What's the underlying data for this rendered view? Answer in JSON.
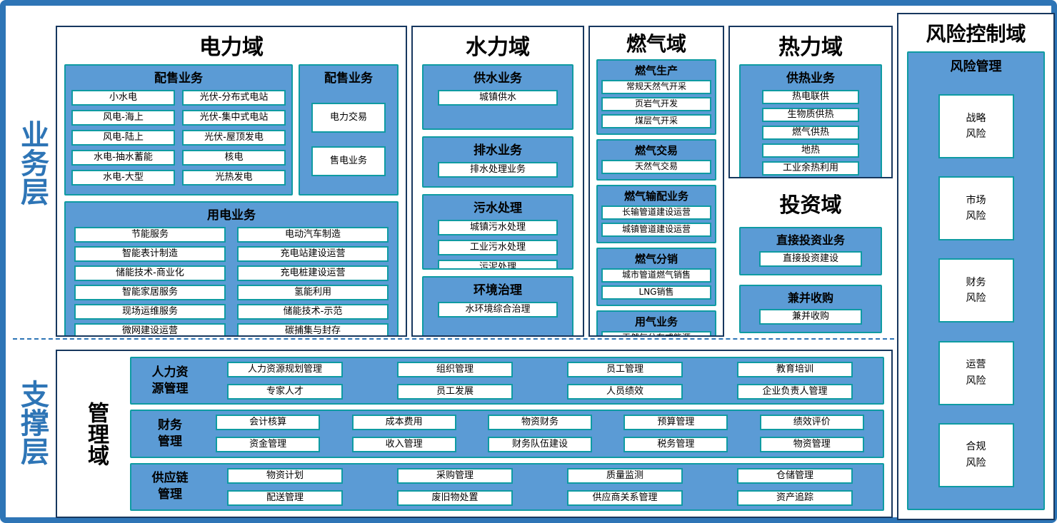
{
  "layers": {
    "business": "业务层",
    "support": "支撑层"
  },
  "power": {
    "title": "电力域",
    "dist": {
      "title": "配售业务",
      "col1": [
        "小水电",
        "风电-海上",
        "风电-陆上",
        "水电-抽水蓄能",
        "水电-大型"
      ],
      "col2": [
        "光伏-分布式电站",
        "光伏-集中式电站",
        "光伏-屋顶发电",
        "核电",
        "光热发电"
      ]
    },
    "trade": {
      "title": "配售业务",
      "items": [
        "电力交易",
        "售电业务"
      ]
    },
    "usage": {
      "title": "用电业务",
      "col1": [
        "节能服务",
        "智能表计制造",
        "储能技术-商业化",
        "智能家居服务",
        "现场运维服务",
        "微网建设运营"
      ],
      "col2": [
        "电动汽车制造",
        "充电站建设运营",
        "充电桩建设运营",
        "氢能利用",
        "储能技术-示范",
        "碳捕集与封存"
      ]
    }
  },
  "water": {
    "title": "水力域",
    "groups": [
      {
        "title": "供水业务",
        "items": [
          "城镇供水"
        ]
      },
      {
        "title": "排水业务",
        "items": [
          "排水处理业务"
        ]
      },
      {
        "title": "污水处理",
        "items": [
          "城镇污水处理",
          "工业污水处理",
          "污泥处理"
        ]
      },
      {
        "title": "环境治理",
        "items": [
          "水环境综合治理"
        ]
      }
    ]
  },
  "gas": {
    "title": "燃气域",
    "groups": [
      {
        "title": "燃气生产",
        "items": [
          "常规天然气开采",
          "页岩气开发",
          "煤层气开采"
        ]
      },
      {
        "title": "燃气交易",
        "items": [
          "天然气交易"
        ]
      },
      {
        "title": "燃气输配业务",
        "items": [
          "长输管道建设运营",
          "城镇管道建设运营"
        ]
      },
      {
        "title": "燃气分销",
        "items": [
          "城市管道燃气销售",
          "LNG销售"
        ]
      },
      {
        "title": "用气业务",
        "items": [
          "天然气分布式能源"
        ]
      }
    ]
  },
  "heat": {
    "title": "热力域",
    "group": {
      "title": "供热业务",
      "items": [
        "热电联供",
        "生物质供热",
        "燃气供热",
        "地热",
        "工业余热利用"
      ]
    }
  },
  "invest": {
    "title": "投资域",
    "groups": [
      {
        "title": "直接投资业务",
        "items": [
          "直接投资建设"
        ]
      },
      {
        "title": "兼并收购",
        "items": [
          "兼并收购"
        ]
      }
    ]
  },
  "risk": {
    "title": "风险控制域",
    "group_title": "风险管理",
    "items": [
      "战略\n风险",
      "市场\n风险",
      "财务\n风险",
      "运营\n风险",
      "合规\n风险"
    ]
  },
  "management": {
    "title": "管理域",
    "rows": [
      {
        "label": "人力资\n源管理",
        "line1": [
          "人力资源规划管理",
          "组织管理",
          "员工管理",
          "教育培训"
        ],
        "line2": [
          "专家人才",
          "员工发展",
          "人员绩效",
          "企业负责人管理"
        ]
      },
      {
        "label": "财务\n管理",
        "line1": [
          "会计核算",
          "成本费用",
          "物资财务",
          "预算管理",
          "绩效评价"
        ],
        "line2": [
          "资金管理",
          "收入管理",
          "财务队伍建设",
          "税务管理",
          "物资管理"
        ]
      },
      {
        "label": "供应链\n管理",
        "line1": [
          "物资计划",
          "采购管理",
          "质量监测",
          "仓储管理"
        ],
        "line2": [
          "配送管理",
          "废旧物处置",
          "供应商关系管理",
          "资产追踪"
        ]
      }
    ]
  },
  "colors": {
    "frame": "#2e75b6",
    "group_fill": "#5b9bd5",
    "teal_border": "#0f9ba2",
    "domain_border": "#17375e"
  }
}
